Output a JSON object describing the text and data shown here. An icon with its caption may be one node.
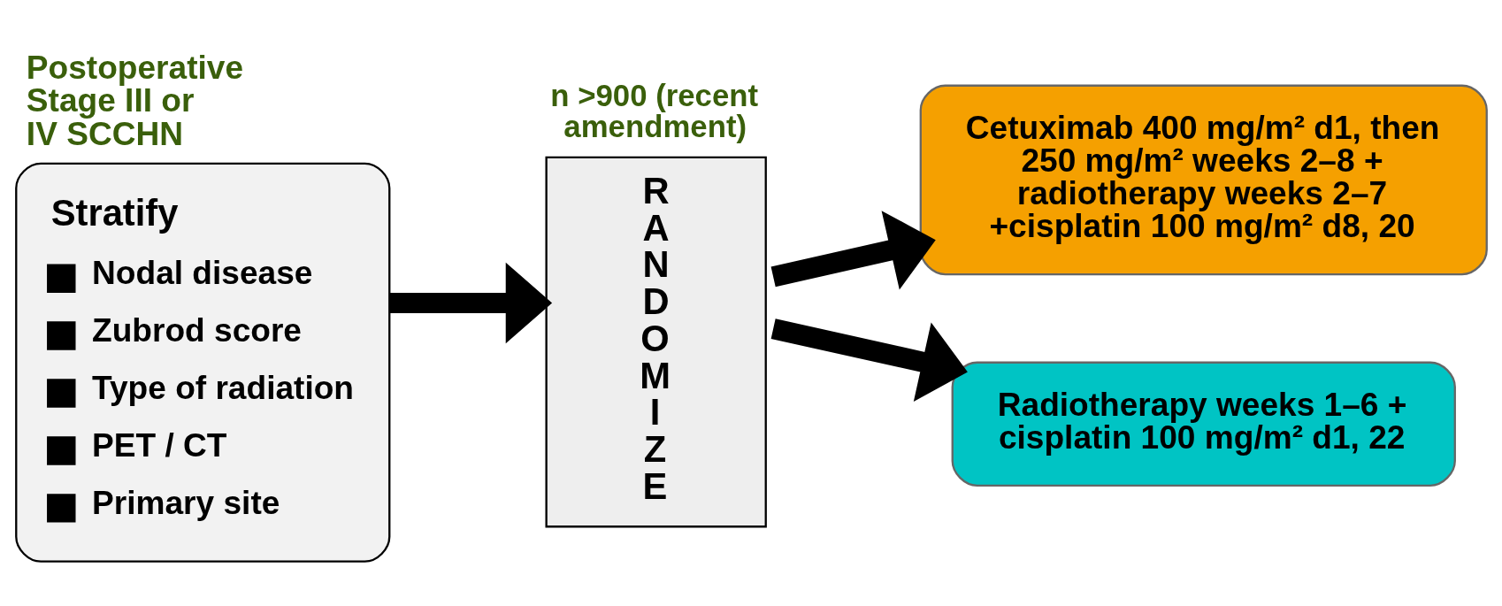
{
  "diagram": {
    "nodes": [
      {
        "text": [
          "Postoperative Stage III or IV SCCHN",
          "Stratify",
          "Nodal disease",
          "Zubrod score",
          "Type of radiation",
          "PET / CT",
          "Primary site"
        ]
      },
      {
        "text": [
          "n >900 (recent amendment)",
          "R A N D O M I Z E"
        ]
      },
      {
        "text": [
          "Cetuximab 400 mg/m² d1, then 250 mg/m² weeks 2–8 + radiotherapy weeks 2–7 +cisplatin 100 mg/m² d8, 20"
        ]
      },
      {
        "text": [
          "Radiotherapy weeks 1–6 + cisplatin 100 mg/m² d1, 22"
        ]
      }
    ],
    "edges": [
      {
        "from": 0,
        "to": 1,
        "arrow": "to"
      },
      {
        "from": 1,
        "to": 2,
        "arrow": "to"
      },
      {
        "from": 1,
        "to": 3,
        "arrow": "to"
      }
    ]
  }
}
